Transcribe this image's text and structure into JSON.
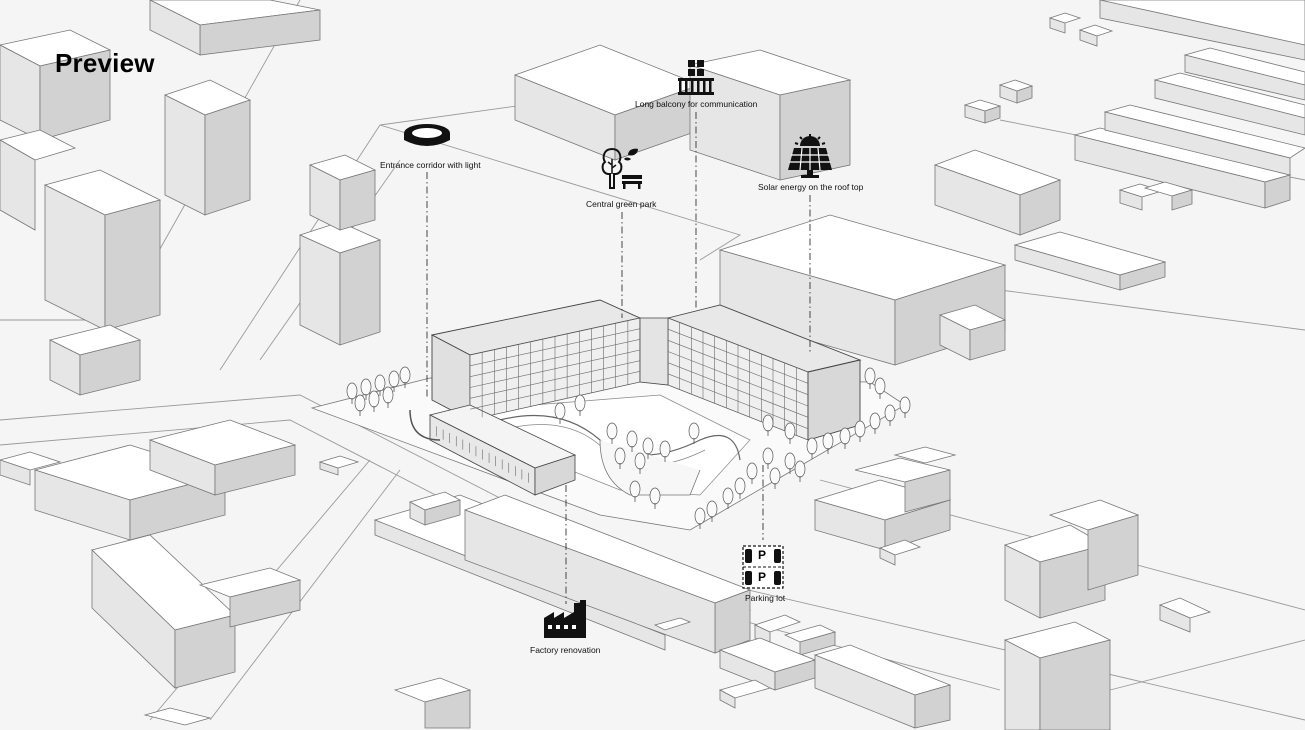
{
  "preview_label": "Preview",
  "callouts": {
    "entrance": "Entrance corridor with light",
    "green_park": "Central green park",
    "balcony": "Long balcony  for communication",
    "solar": "Solar energy on the roof top",
    "parking": "Parking lot",
    "factory": "Factory renovation"
  },
  "parking_icon_letter": "P",
  "icons": {
    "entrance": "stadium-ring-icon",
    "green_park": "tree-bench-icon",
    "balcony": "balcony-building-icon",
    "solar": "solar-panel-icon",
    "parking": "parking-lot-icon",
    "factory": "factory-icon"
  }
}
